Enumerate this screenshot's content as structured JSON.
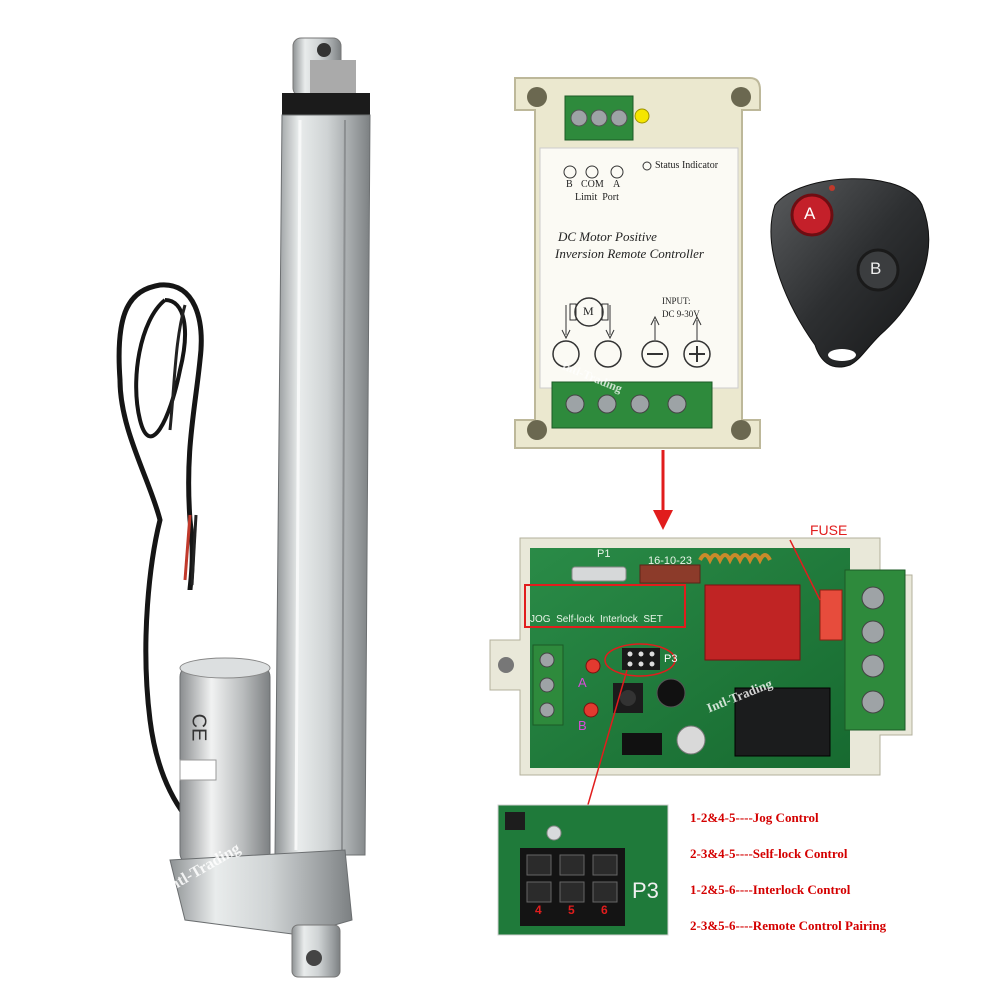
{
  "controller": {
    "status_indicator": "Status Indicator",
    "limit_b": "B",
    "limit_com": "COM",
    "limit_a": "A",
    "limit_port": "Limit  Port",
    "title_line1": "DC Motor Positive",
    "title_line2": "Inversion Remote Controller",
    "motor_symbol": "M",
    "input_label": "INPUT:",
    "input_voltage": "DC 9-30V",
    "watermark": "Intl-Trading"
  },
  "remote": {
    "button_a": "A",
    "button_b": "B"
  },
  "pcb": {
    "fuse_label": "FUSE",
    "p1": "P1",
    "date": "16-10-23",
    "modes": "JOG  Self-lock  Interlock  SET",
    "p3": "P3",
    "led_a": "A",
    "led_b": "B",
    "watermark": "Intl-Trading"
  },
  "closeup": {
    "p3": "P3",
    "pin4": "4",
    "pin5": "5",
    "pin6": "6"
  },
  "legend": [
    "1-2&4-5----Jog Control",
    "2-3&4-5----Self-lock Control",
    "1-2&5-6----Interlock Control",
    "2-3&5-6----Remote Control Pairing"
  ],
  "actuator": {
    "watermark": "Intl-Trading",
    "ce_mark": "CE"
  },
  "colors": {
    "pcb_green": "#1f7a3a",
    "arrow_red": "#e11d1d",
    "legend_red": "#d40000",
    "housing": "#ece9d2"
  }
}
